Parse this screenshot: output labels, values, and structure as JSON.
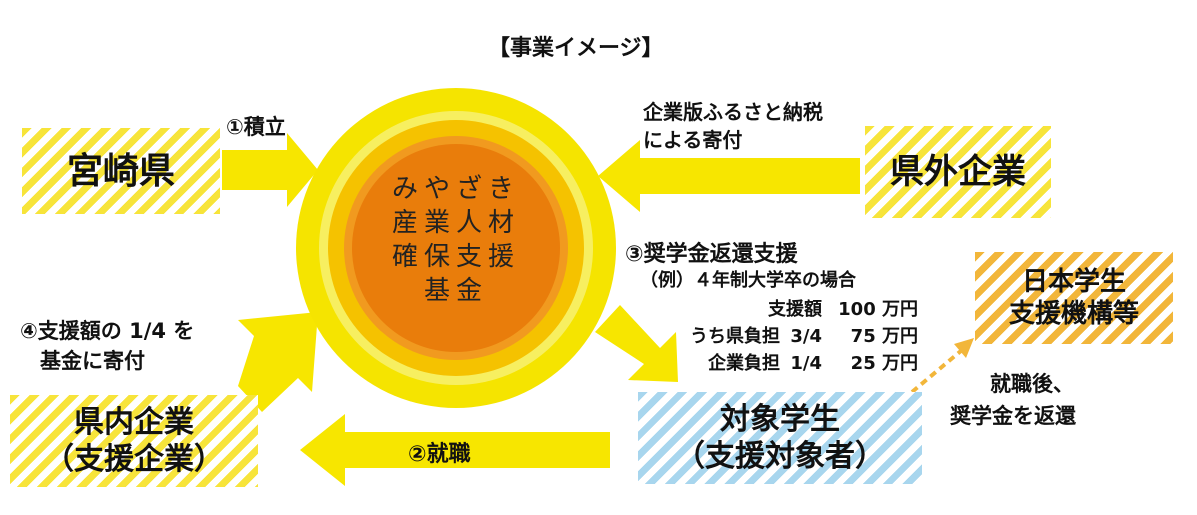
{
  "title": "【事業イメージ】",
  "center": {
    "lines": [
      "みやざき",
      "産業人材",
      "確保支援",
      "基金"
    ],
    "colors": {
      "outer": "#f5e400",
      "mid": "#f5c200",
      "inner": "#f19a1f",
      "core": "#e97d0b"
    }
  },
  "nodes": {
    "miyazaki": "宮崎県",
    "kengai": "県外企業",
    "kennai": [
      "県内企業",
      "（支援企業）"
    ],
    "student": [
      "対象学生",
      "（支援対象者）"
    ],
    "jasso": [
      "日本学生",
      "支援機構等"
    ]
  },
  "edges": {
    "tsumitate": "①積立",
    "furusato": [
      "企業版ふるさと納税",
      "による寄付"
    ],
    "shushoku": "②就職",
    "henkan_title": "③奨学金返還支援",
    "henkan_example": "（例）４年制大学卒の場合",
    "henkan_rows": [
      {
        "label": "支援額",
        "ratio": "",
        "amount": "100 万円"
      },
      {
        "label": "うち県負担",
        "ratio": "3/4",
        "amount": "75 万円"
      },
      {
        "label": "企業負担",
        "ratio": "1/4",
        "amount": "25 万円"
      }
    ],
    "kifu": [
      "④支援額の 1/4 を",
      "基金に寄付"
    ],
    "repay": [
      "就職後、",
      "奨学金を返還"
    ]
  },
  "colors": {
    "arrow": "#f7e600",
    "dashed_arrow": "#f2b63a"
  }
}
